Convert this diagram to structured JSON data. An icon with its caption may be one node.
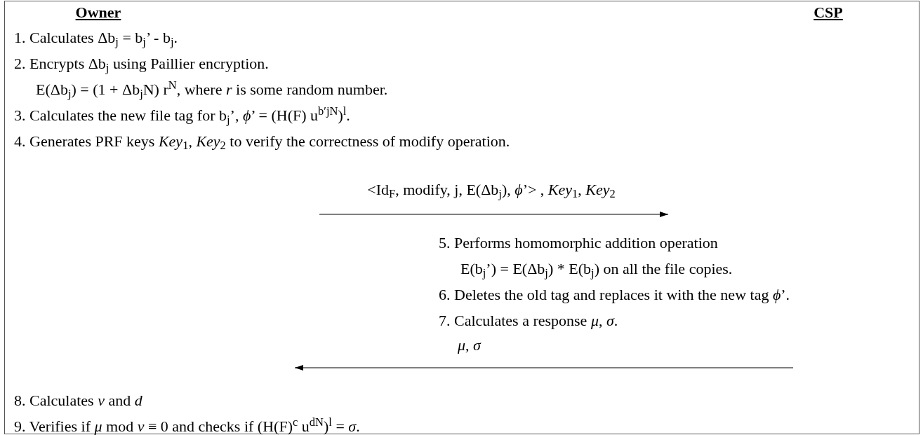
{
  "diagram": {
    "nodes": [
      {
        "text": [
          "1. Calculates Δb$_{j}$ = b$_{j}$’ - b$_{j}$.",
          "2. Encrypts Δb$_{j}$ using Paillier encryption.",
          "E(Δb$_{j}$) = (1 + Δb$_{j}$N) r$^{N}$, where *r* is some random number.",
          "3. Calculates the new file tag for b$_{j}$’, *ϕ*’ = (H(F) u$^{b′jN}$)$^{l}$.",
          "4. Generates PRF keys *Key*$_{1}$, *Key*$_{2}$ to verify the correctness of modify operation."
        ]
      },
      {
        "text": [
          "5. Performs homomorphic addition operation",
          "E(b$_{j}$’) = E(Δb$_{j}$) * E(b$_{j}$) on all the file copies.",
          "6. Deletes the old tag and replaces it with the new tag *ϕ*’.",
          "7. Calculates a response *μ*, *σ*."
        ]
      },
      {
        "text": [
          "8. Calculates *v* and *d*",
          "9. Verifies if *μ* mod *v* ≡ 0 and checks if (H(F)$^{c}$ u$^{dN}$)$^{l}$ = *σ*."
        ]
      }
    ],
    "edges": [
      {
        "from": 0,
        "to": 1,
        "arrow": "to",
        "label": "<Id$_{F}$, modify, j, E(Δb$_{j}$), *ϕ*’> , *Key*$_{1}$, *Key*$_{2}$"
      },
      {
        "from": 1,
        "to": 2,
        "arrow": "to",
        "label": "*μ*, *σ*"
      }
    ],
    "labels": [
      "Owner",
      "CSP"
    ]
  }
}
